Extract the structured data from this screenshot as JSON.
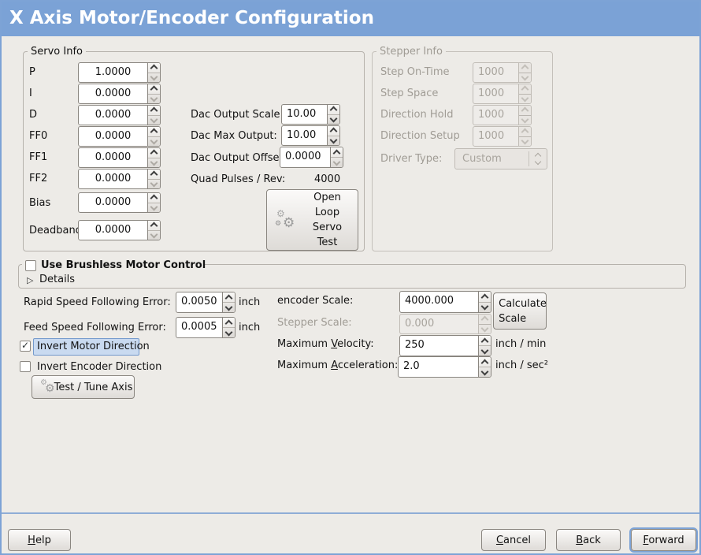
{
  "window": {
    "title": "X Axis Motor/Encoder Configuration"
  },
  "colors": {
    "titlebar": "#7ba2d6",
    "background": "#edebe7",
    "focus_ring": "#7da3d6",
    "highlight_bg": "#c9daf0",
    "disabled_text": "#a09c95"
  },
  "icons": {
    "check": "✓",
    "expander_triangle": "▷",
    "gear": "⚙"
  },
  "servo": {
    "legend": "Servo Info",
    "fields": [
      {
        "label": "P",
        "value": "1.0000"
      },
      {
        "label": "I",
        "value": "0.0000"
      },
      {
        "label": "D",
        "value": "0.0000"
      },
      {
        "label": "FF0",
        "value": "0.0000"
      },
      {
        "label": "FF1",
        "value": "0.0000"
      },
      {
        "label": "FF2",
        "value": "0.0000"
      },
      {
        "label": "Bias",
        "value": "0.0000"
      },
      {
        "label": "Deadband",
        "value": "0.0000"
      }
    ]
  },
  "dac": {
    "scale_label": "Dac Output Scale:",
    "scale_value": "10.00",
    "max_label": "Dac Max Output:",
    "max_value": "10.00",
    "offset_label": "Dac Output Offset:",
    "offset_value": "0.0000",
    "quad_label": "Quad Pulses / Rev:",
    "quad_value": "4000"
  },
  "open_loop_button": {
    "lines": [
      "Open",
      "Loop",
      "Servo",
      "Test"
    ]
  },
  "stepper": {
    "legend": "Stepper Info",
    "fields": [
      {
        "label": "Step On-Time",
        "value": "1000"
      },
      {
        "label": "Step Space",
        "value": "1000"
      },
      {
        "label": "Direction Hold",
        "value": "1000"
      },
      {
        "label": "Direction Setup",
        "value": "1000"
      }
    ],
    "driver_label": "Driver Type:",
    "driver_value": "Custom"
  },
  "brushless": {
    "checkbox_label": "Use Brushless Motor Control",
    "details_label": "Details"
  },
  "following_error": {
    "rapid_label": "Rapid Speed Following Error:",
    "rapid_value": "0.0050",
    "feed_label": "Feed Speed Following Error:",
    "feed_value": "0.0005",
    "unit": "inch"
  },
  "invert": {
    "motor_label": "Invert Motor Direction",
    "encoder_label": "Invert Encoder Direction"
  },
  "test_tune_button": {
    "label": "Test / Tune Axis"
  },
  "scale": {
    "encoder_label": "encoder Scale:",
    "encoder_value": "4000.000",
    "calc_line1": "Calculate",
    "calc_line2": "Scale",
    "stepper_label": "Stepper Scale:",
    "stepper_value": "0.000",
    "velocity": {
      "pre": "Maximum ",
      "key": "V",
      "rest": "elocity:",
      "value": "250",
      "unit": "inch / min"
    },
    "accel": {
      "pre": "Maximum ",
      "key": "A",
      "rest": "cceleration:",
      "value": "2.0",
      "unit": "inch / sec²"
    }
  },
  "footer": {
    "help": {
      "key": "H",
      "rest": "elp"
    },
    "cancel": {
      "key": "C",
      "rest": "ancel"
    },
    "back": {
      "key": "B",
      "rest": "ack"
    },
    "forward": {
      "key": "F",
      "rest": "orward"
    }
  }
}
